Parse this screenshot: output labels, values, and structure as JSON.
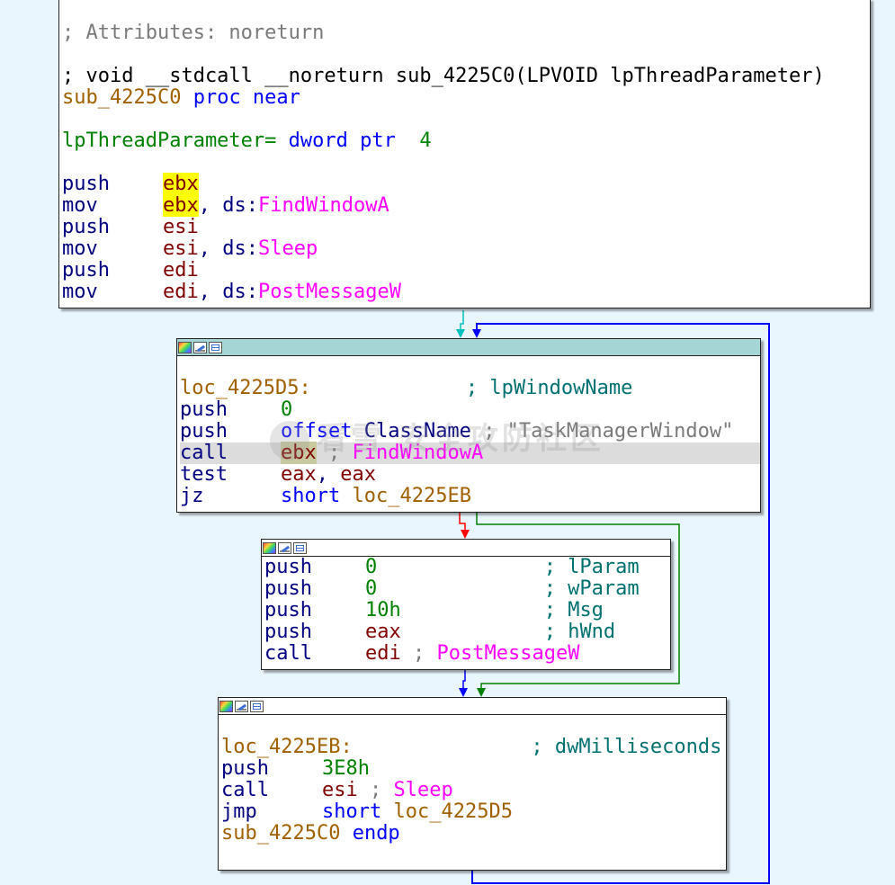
{
  "graph": {
    "node1": {
      "lines": [
        {
          "t": "comment",
          "text": "; Attributes: noreturn"
        },
        {
          "t": "blank"
        },
        {
          "t": "sig",
          "text": "; void __stdcall __noreturn sub_4225C0(LPVOID lpThreadParameter)"
        },
        {
          "t": "proc",
          "name": "sub_4225C0",
          "kw": "proc near"
        },
        {
          "t": "blank"
        },
        {
          "t": "var",
          "name": "lpThreadParameter",
          "eq": "=",
          "type": "dword ptr",
          "val": "4"
        },
        {
          "t": "blank"
        },
        {
          "t": "ins",
          "mnem": "push",
          "op1": "ebx",
          "hl": true
        },
        {
          "t": "ins",
          "mnem": "mov",
          "op1": "ebx",
          "hl": true,
          "sep": ", ",
          "seg": "ds:",
          "sym": "FindWindowA"
        },
        {
          "t": "ins",
          "mnem": "push",
          "op1": "esi"
        },
        {
          "t": "ins",
          "mnem": "mov",
          "op1": "esi",
          "sep": ", ",
          "seg": "ds:",
          "sym": "Sleep"
        },
        {
          "t": "ins",
          "mnem": "push",
          "op1": "edi"
        },
        {
          "t": "ins",
          "mnem": "mov",
          "op1": "edi",
          "sep": ", ",
          "seg": "ds:",
          "sym": "PostMessageW"
        }
      ]
    },
    "node2": {
      "lines": [
        {
          "t": "blank"
        },
        {
          "t": "label",
          "name": "loc_4225D5:",
          "pad": "             ",
          "comment": "; lpWindowName"
        },
        {
          "t": "ins",
          "mnem": "push",
          "num": "0"
        },
        {
          "t": "ins",
          "mnem": "push",
          "kw": "offset ",
          "name": "ClassName",
          "pad": " ",
          "comment": "; \"TaskManagerWindow\""
        },
        {
          "t": "ins",
          "mnem": "call",
          "op1": "ebx",
          "hl2": true,
          "cur": true,
          "pad": " ",
          "comment": "; ",
          "sym": "FindWindowA"
        },
        {
          "t": "ins",
          "mnem": "test",
          "op1": "eax",
          "sep": ", ",
          "op2": "eax"
        },
        {
          "t": "ins",
          "mnem": "jz",
          "kw": "short ",
          "name": "loc_4225EB"
        }
      ]
    },
    "node3": {
      "lines": [
        {
          "t": "ins",
          "mnem": "push",
          "num": "0",
          "pad": "              ",
          "comment": "; lParam"
        },
        {
          "t": "ins",
          "mnem": "push",
          "num": "0",
          "pad": "              ",
          "comment": "; wParam"
        },
        {
          "t": "ins",
          "mnem": "push",
          "num": "10h",
          "pad": "            ",
          "comment": "; Msg"
        },
        {
          "t": "ins",
          "mnem": "push",
          "op1": "eax",
          "pad": "            ",
          "comment": "; hWnd"
        },
        {
          "t": "ins",
          "mnem": "call",
          "op1": "edi",
          "pad": " ",
          "comment": "; ",
          "sym": "PostMessageW"
        }
      ]
    },
    "node4": {
      "lines": [
        {
          "t": "blank"
        },
        {
          "t": "label",
          "name": "loc_4225EB:",
          "pad": "               ",
          "comment": "; dwMilliseconds"
        },
        {
          "t": "ins",
          "mnem": "push",
          "num": "3E8h"
        },
        {
          "t": "ins",
          "mnem": "call",
          "op1": "esi",
          "pad": " ",
          "comment": "; ",
          "sym": "Sleep"
        },
        {
          "t": "ins",
          "mnem": "jmp",
          "kw": "short ",
          "name": "loc_4225D5"
        },
        {
          "t": "endp",
          "name": "sub_4225C0",
          "kw": " endp"
        }
      ]
    }
  },
  "watermark": {
    "text": "看雪 安全攻防社区"
  },
  "colors": {
    "background": "#eaf6fe",
    "active_title": "#a6d5d5",
    "edge_true": "#008000",
    "edge_false": "#ff0000",
    "edge_jump": "#0000ff",
    "edge_entry": "#00c0c0"
  }
}
